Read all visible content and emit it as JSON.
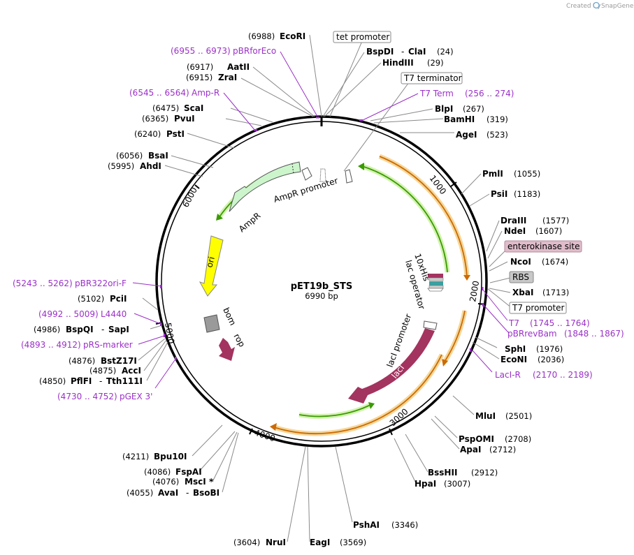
{
  "credit": {
    "text": "Created by",
    "brand": "SnapGene"
  },
  "plasmid": {
    "name": "pET19b_STS",
    "size": "6990 bp"
  },
  "ticks": [
    "1000",
    "2000",
    "3000",
    "4000",
    "5000",
    "6000"
  ],
  "enzymes": {
    "ecori": {
      "pos": "(6988)",
      "name": "EcoRI"
    },
    "bspdi": {
      "name": "BspDI",
      "sep": "-",
      "name2": "ClaI",
      "pos": "(24)"
    },
    "hindiii": {
      "name": "HindIII",
      "pos": "(29)"
    },
    "aatii": {
      "pos": "(6917)",
      "name": "AatII"
    },
    "zrai": {
      "pos": "(6915)",
      "name": "ZraI"
    },
    "blpi": {
      "name": "BlpI",
      "pos": "(267)"
    },
    "bamhi": {
      "name": "BamHI",
      "pos": "(319)"
    },
    "agei": {
      "name": "AgeI",
      "pos": "(523)"
    },
    "scai": {
      "pos": "(6475)",
      "name": "ScaI"
    },
    "pvui": {
      "pos": "(6365)",
      "name": "PvuI"
    },
    "psti": {
      "pos": "(6240)",
      "name": "PstI"
    },
    "bsai": {
      "pos": "(6056)",
      "name": "BsaI"
    },
    "ahdi": {
      "pos": "(5995)",
      "name": "AhdI"
    },
    "pmli": {
      "name": "PmlI",
      "pos": "(1055)"
    },
    "psii": {
      "name": "PsiI",
      "pos": "(1183)"
    },
    "draiii": {
      "name": "DraIII",
      "pos": "(1577)"
    },
    "ndei": {
      "name": "NdeI",
      "pos": "(1607)"
    },
    "ncoi": {
      "name": "NcoI",
      "pos": "(1674)"
    },
    "xbai": {
      "name": "XbaI",
      "pos": "(1713)"
    },
    "pcii": {
      "pos": "(5102)",
      "name": "PciI"
    },
    "bspqi": {
      "pos": "(4986)",
      "name": "BspQI",
      "sep": "-",
      "name2": "SapI"
    },
    "bstz17i": {
      "pos": "(4876)",
      "name": "BstZ17I"
    },
    "acci": {
      "pos": "(4875)",
      "name": "AccI"
    },
    "pflfi": {
      "pos": "(4850)",
      "name": "PflFI",
      "sep": "-",
      "name2": "Tth111I"
    },
    "sphi": {
      "name": "SphI",
      "pos": "(1976)"
    },
    "econi": {
      "name": "EcoNI",
      "pos": "(2036)"
    },
    "mlui": {
      "name": "MluI",
      "pos": "(2501)"
    },
    "pspomi": {
      "name": "PspOMI",
      "pos": "(2708)"
    },
    "apai": {
      "name": "ApaI",
      "pos": "(2712)"
    },
    "bsshii": {
      "name": "BssHII",
      "pos": "(2912)"
    },
    "hpai": {
      "name": "HpaI",
      "pos": "(3007)"
    },
    "pshai": {
      "name": "PshAI",
      "pos": "(3346)"
    },
    "bpu10i": {
      "pos": "(4211)",
      "name": "Bpu10I"
    },
    "fspai": {
      "pos": "(4086)",
      "name": "FspAI"
    },
    "msci": {
      "pos": "(4076)",
      "name": "MscI",
      "mark": "*"
    },
    "avai": {
      "pos": "(4055)",
      "name": "AvaI",
      "sep": "-",
      "name2": "BsoBI"
    },
    "nrui": {
      "pos": "(3604)",
      "name": "NruI"
    },
    "eagi": {
      "name": "EagI",
      "pos": "(3569)"
    }
  },
  "primers": {
    "pbrforeco": {
      "range": "(6955 .. 6973)",
      "name": "pBRforEco"
    },
    "ampr": {
      "range": "(6545 .. 6564)",
      "name": "Amp-R"
    },
    "t7term": {
      "name": "T7 Term",
      "range": "(256 .. 274)"
    },
    "pbr322ori": {
      "range": "(5243 .. 5262)",
      "name": "pBR322ori-F"
    },
    "l4440": {
      "range": "(4992 .. 5009)",
      "name": "L4440"
    },
    "prsmarker": {
      "range": "(4893 .. 4912)",
      "name": "pRS-marker"
    },
    "pgex3": {
      "range": "(4730 .. 4752)",
      "name": "pGEX 3'"
    },
    "t7": {
      "name": "T7",
      "range": "(1745 .. 1764)"
    },
    "pbrrevbam": {
      "name": "pBRrevBam",
      "range": "(1848 .. 1867)"
    },
    "lacir": {
      "name": "LacI-R",
      "range": "(2170 .. 2189)"
    }
  },
  "boxes": {
    "tet_promoter": "tet promoter",
    "t7_terminator": "T7 terminator",
    "enterokinase": "enterokinase site",
    "rbs": "RBS",
    "t7_promoter": "T7 promoter"
  },
  "features": {
    "ampr_promoter": "AmpR promoter",
    "ampr": "AmpR",
    "ori": "ori",
    "bom": "bom",
    "rop": "rop",
    "his": "10xHis",
    "lac_operator": "lac operator",
    "laci_promoter": "lacI promoter",
    "laci": "lacI"
  },
  "colors": {
    "primer": "#9b30c8",
    "ampr": "#ccf5cc",
    "ori": "#ffff00",
    "laci": "#a3335f",
    "rop": "#a3335f",
    "orf_orange": "#cc6a00",
    "orf_green": "#3a9a00",
    "enterokinase_bg": "#e0bccb",
    "rbs_bg": "#c8c8c8"
  }
}
